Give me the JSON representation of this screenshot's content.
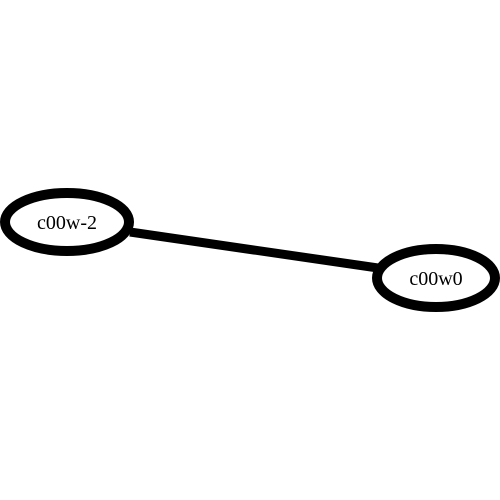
{
  "graph": {
    "nodes": [
      {
        "id": "c00w-2",
        "label": "c00w-2"
      },
      {
        "id": "c00w0",
        "label": "c00w0"
      }
    ],
    "edges": [
      {
        "source": "c00w-2",
        "target": "c00w0"
      }
    ],
    "colors": {
      "stroke": "#000000",
      "fill": "#ffffff",
      "background": "#ffffff"
    }
  }
}
